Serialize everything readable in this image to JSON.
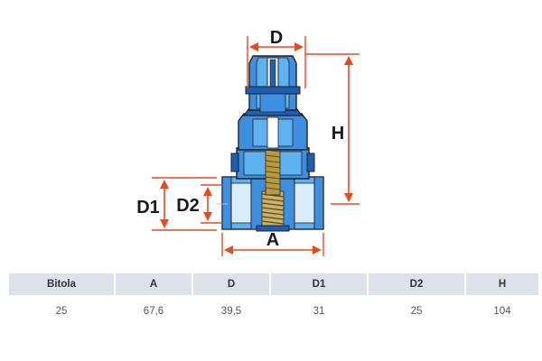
{
  "dimension_labels": {
    "D": "D",
    "H": "H",
    "D1": "D1",
    "D2": "D2",
    "A": "A"
  },
  "colors": {
    "body_blue": "#3f8fe0",
    "body_light": "#5fb2f0",
    "dark_blue": "#1f5fb0",
    "dimension_red": "#e8491d",
    "outline": "#222222",
    "spring": "#b89a3a",
    "table_header_bg": "#dde1ea"
  },
  "table": {
    "headers": [
      "Bitola",
      "A",
      "D",
      "D1",
      "D2",
      "H"
    ],
    "rows": [
      [
        "25",
        "67,6",
        "39,5",
        "31",
        "25",
        "104"
      ]
    ]
  }
}
